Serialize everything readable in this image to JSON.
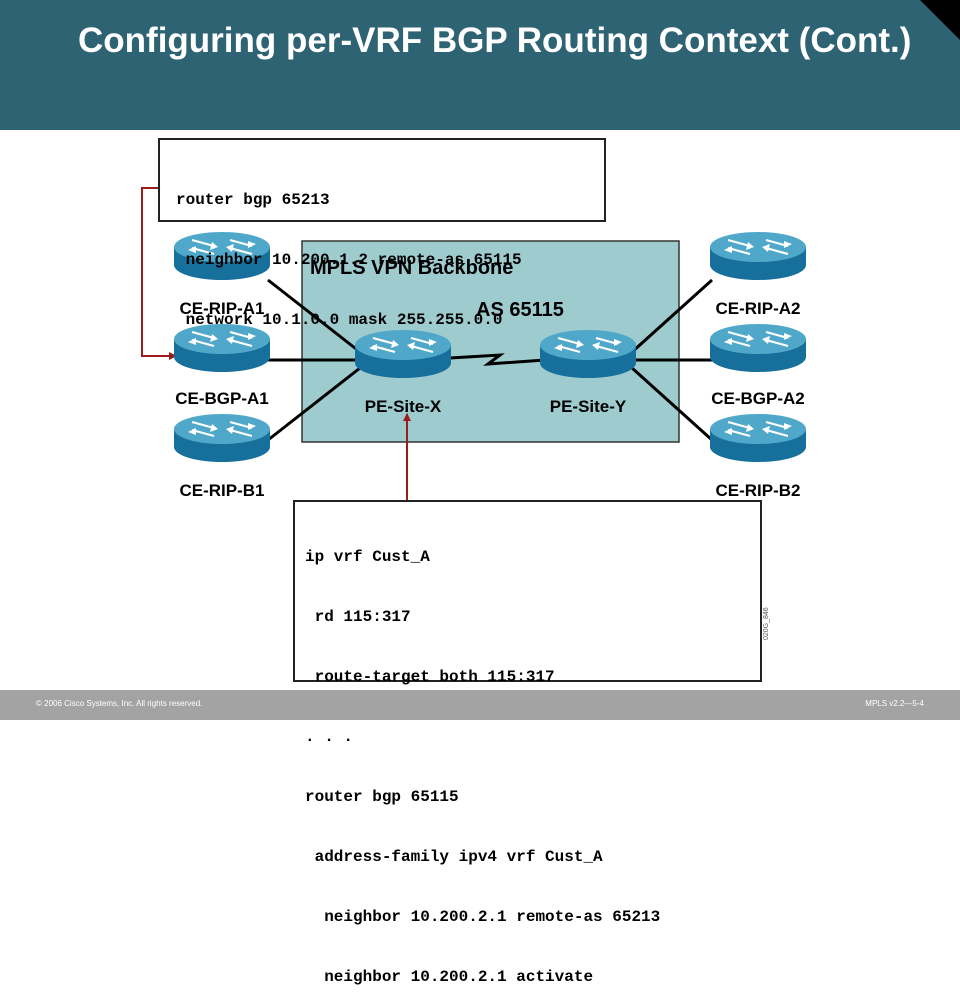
{
  "slide": {
    "title": "Configuring per-VRF BGP Routing Context (Cont.)",
    "footer_left": "© 2006 Cisco Systems, Inc. All rights reserved.",
    "footer_right": "MPLS v2.2—5-4",
    "figure_id": "020G_846"
  },
  "diagram": {
    "backbone_label": "MPLS VPN Backbone",
    "as_label": "AS 65115",
    "routers": {
      "ce_rip_a1": "CE-RIP-A1",
      "ce_bgp_a1": "CE-BGP-A1",
      "ce_rip_b1": "CE-RIP-B1",
      "pe_site_x": "PE-Site-X",
      "pe_site_y": "PE-Site-Y",
      "ce_rip_a2": "CE-RIP-A2",
      "ce_bgp_a2": "CE-BGP-A2",
      "ce_rip_b2": "CE-RIP-B2"
    },
    "code_top": [
      "router bgp 65213",
      " neighbor 10.200.1.2 remote-as 65115",
      " network 10.1.0.0 mask 255.255.0.0"
    ],
    "code_bottom": [
      "ip vrf Cust_A",
      " rd 115:317",
      " route-target both 115:317",
      ". . .",
      "router bgp 65115",
      " address-family ipv4 vrf Cust_A",
      "  neighbor 10.200.2.1 remote-as 65213",
      "  neighbor 10.200.2.1 activate"
    ],
    "colors": {
      "header": "#2e6374",
      "backbone": "#9ecbce",
      "router_top": "#4fa8c9",
      "router_side": "#176f9c",
      "arrow": "#9b1c1c"
    }
  }
}
